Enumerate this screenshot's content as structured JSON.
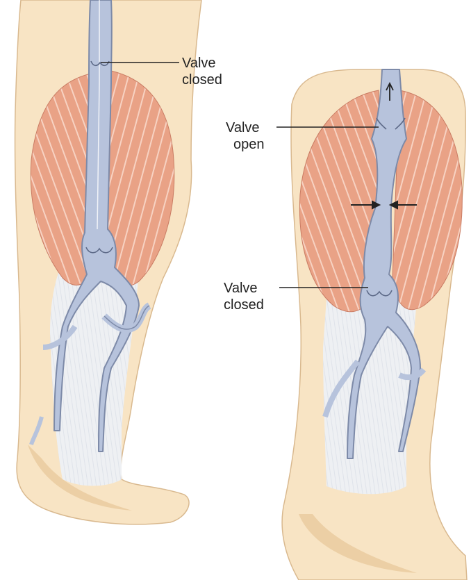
{
  "labels": {
    "left_valve_closed": {
      "line1": "Valve",
      "line2": "closed"
    },
    "right_valve_open": {
      "line1": "Valve",
      "line2": "open"
    },
    "right_valve_closed": {
      "line1": "Valve",
      "line2": "closed"
    }
  },
  "colors": {
    "skin": "#f8e4c4",
    "skin_shadow": "#eccfa5",
    "muscle": "#e9a286",
    "muscle_stripe": "#f7d2c2",
    "tendon": "#eef0f3",
    "vein": "#b7c3dc",
    "vein_outline": "#7d8aa8",
    "arrow": "#222222"
  }
}
